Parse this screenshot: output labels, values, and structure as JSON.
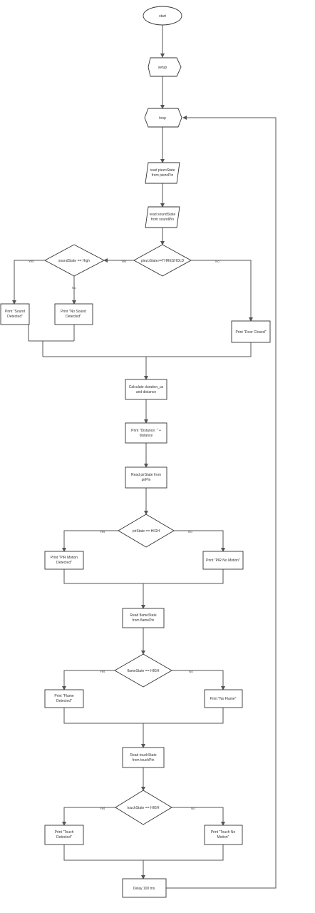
{
  "nodes": {
    "start": "start",
    "setup": "setup",
    "loop": "loop",
    "read_piezo": [
      "read piezoState",
      "from piezoPin"
    ],
    "read_sound": [
      "read soundState",
      "from soundPin"
    ],
    "piezo_cond": "piezoState>=THRESHOLD",
    "sound_cond": "soundState == High",
    "print_sound": [
      "Print \"Sound",
      "Detected\""
    ],
    "print_no_sound": [
      "Print \"No Sound",
      "Detected\""
    ],
    "print_door": "Print \"Door Closed\"",
    "calc_distance": [
      "Calculate duration_us",
      "and distance"
    ],
    "print_distance": [
      "Print \"Distance: \" +",
      "distance"
    ],
    "read_pir": [
      "Read pirState from",
      "pirPin"
    ],
    "pir_cond": "pirState == HIGH",
    "print_pir_motion": [
      "Print \"PIR Motion",
      "Detected\""
    ],
    "print_pir_no_motion": "Print \"PIR No Motion\"",
    "read_flame": [
      "Read flameState",
      "from flamePin"
    ],
    "flame_cond": "flameState == HIGH",
    "print_flame": [
      "Print \"Flame",
      "Detected\""
    ],
    "print_no_flame": "Print \"No Flame\"",
    "read_touch": [
      "Read touchState",
      "from touchPin"
    ],
    "touch_cond": "touchState == HIGH",
    "print_touch": [
      "Print \"Touch",
      "Detected\""
    ],
    "print_touch_no_motion": [
      "Print \"Touch No",
      "Motion\""
    ],
    "delay": "Delay 100 ms"
  },
  "edge_labels": {
    "yes": "Yes",
    "no": "No"
  },
  "colors": {
    "stroke": "#333333",
    "line": "#555555",
    "text": "#333333",
    "background": "#ffffff"
  }
}
